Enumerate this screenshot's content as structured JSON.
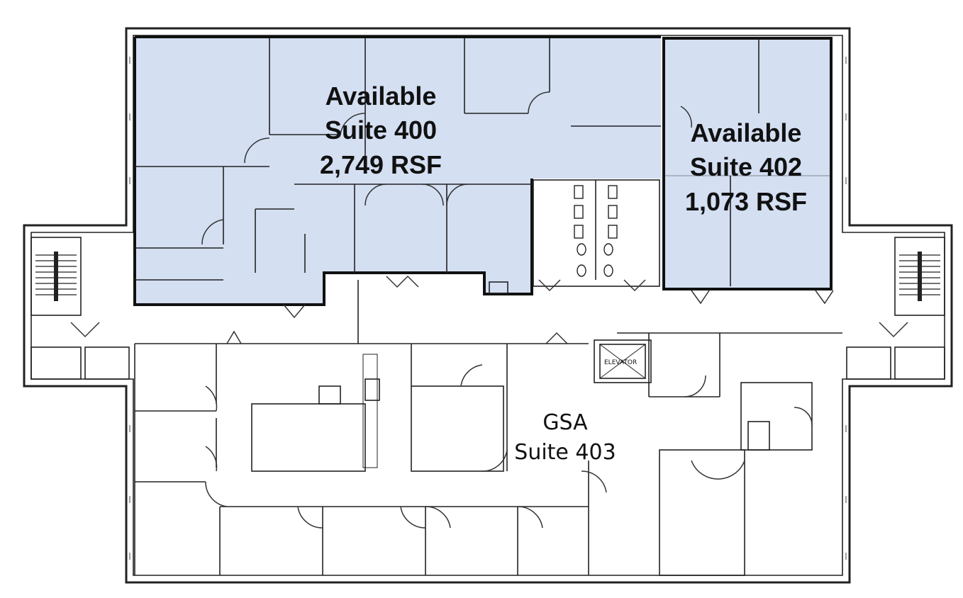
{
  "suites": [
    {
      "id": "suite-400",
      "status": "Available",
      "name": "Suite 400",
      "area": "2,749 RSF",
      "highlight": "#cdd9f0"
    },
    {
      "id": "suite-402",
      "status": "Available",
      "name": "Suite 402",
      "area": "1,073 RSF",
      "highlight": "#cdd9f0"
    },
    {
      "id": "suite-403",
      "tenant": "GSA",
      "name": "Suite 403"
    }
  ],
  "elevator_label": "ELEVATOR",
  "colors": {
    "available_fill": "#cdd9f0",
    "wall": "#222222",
    "background": "#ffffff"
  }
}
